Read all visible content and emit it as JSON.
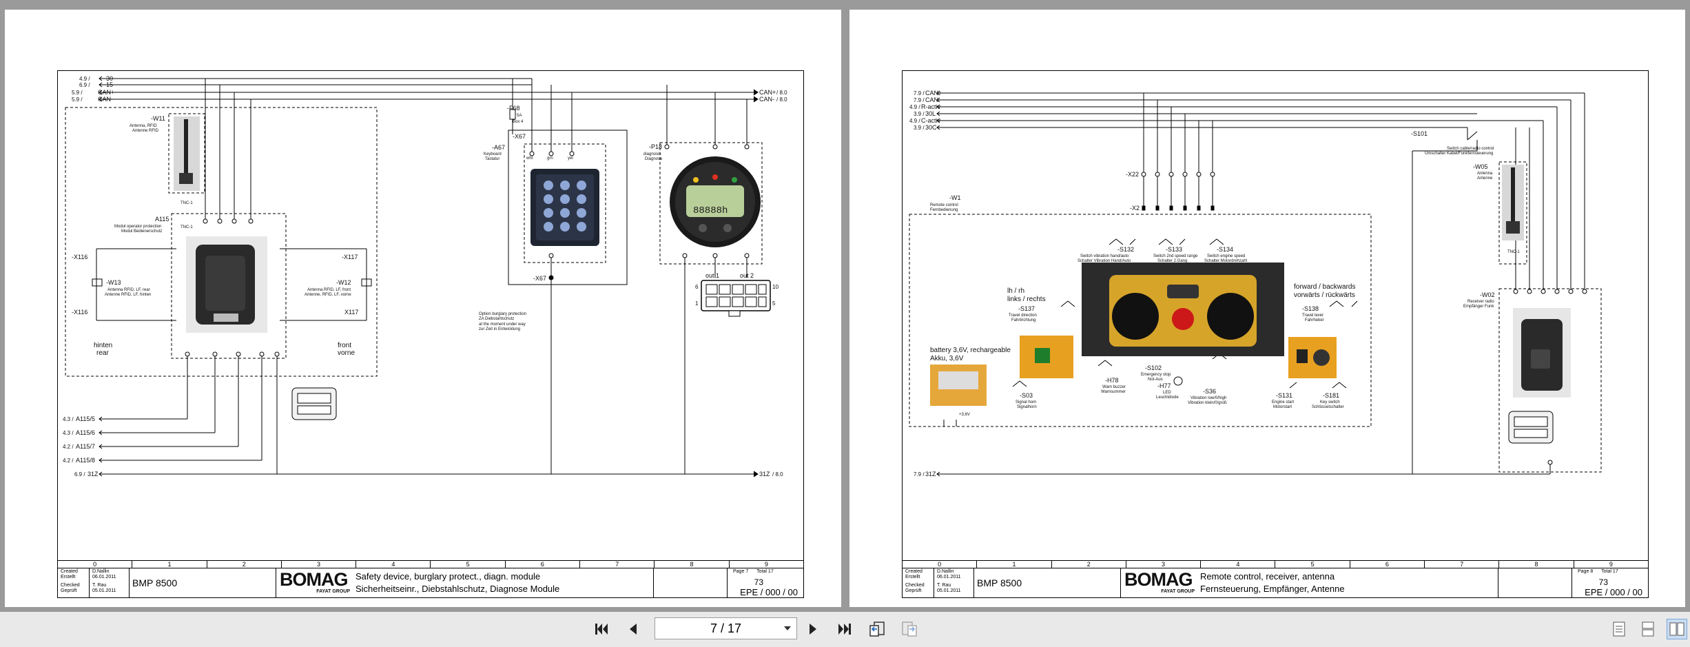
{
  "pages": [
    {
      "side": "left",
      "header_signals": [
        {
          "ref": "4.9 /",
          "name": "30"
        },
        {
          "ref": "6.9 /",
          "name": "15"
        },
        {
          "ref": "5.9 /",
          "name": "CAN+"
        },
        {
          "ref": "5.9 /",
          "name": "CAN-"
        }
      ],
      "right_signals": [
        {
          "name": "CAN+",
          "ref": "/ 8.0"
        },
        {
          "name": "CAN-",
          "ref": "/ 8.0"
        }
      ],
      "bottom_signals": [
        {
          "ref": "4.3 /",
          "name": "A115/5"
        },
        {
          "ref": "4.3 /",
          "name": "A115/6"
        },
        {
          "ref": "4.2 /",
          "name": "A115/7"
        },
        {
          "ref": "4.2 /",
          "name": "A115/8"
        },
        {
          "ref": "6.9 /",
          "name": "31Z"
        }
      ],
      "bottom_right_signal": {
        "name": "31Z",
        "ref": "/ 8.0"
      },
      "labels": {
        "w11": "-W11",
        "w11_desc1": "Antenna, RFID",
        "w11_desc2": "Antenne RFID",
        "a115": "A115",
        "a115_desc1": "Modul operator protection",
        "a115_desc2": "Modul Bedienerschutz",
        "x116_top": "-X116",
        "x116_bot": "-X116",
        "w13": "-W13",
        "w13_desc1": "Antenna RFID, LF, rear",
        "w13_desc2": "Antenne RFID, LF, hinten",
        "x117_top": "-X117",
        "x117_bot": "X117",
        "w12": "-W12",
        "w12_desc1": "Antenna RFID, LF, front",
        "w12_desc2": "Antenne, RFID, LF, vorne",
        "rear1": "hinten",
        "rear2": "rear",
        "front1": "front",
        "front2": "vorne",
        "f68": "-F68",
        "f68_desc1": "5A",
        "f68_desc2": "Box 4",
        "x67_top": "-X67",
        "a67": "-A67",
        "a67_desc1": "Keyboard",
        "a67_desc2": "Tastatur",
        "wht": "wht",
        "grn": "grn",
        "yel": "yel",
        "x67_bot": "-X67",
        "opt1": "Option burglary protection",
        "opt2": "ZA Diebstahlschutz",
        "opt3": "at the moment under way",
        "opt4": "zur Zeit in Entwicklung",
        "p18": "-P18",
        "p18_desc1": "diagnosis",
        "p18_desc2": "Diagnose",
        "lcd": "88888h",
        "out1": "out 1",
        "out2": "out 2",
        "pin6": "6",
        "pin1": "1",
        "pin10": "10",
        "pin5": "5",
        "tnc1": "TNC-1",
        "tnc2": "TNC-1"
      },
      "title_block": {
        "created_label": "Created",
        "created_label_de": "Erstellt",
        "created_name": "D.Nallin",
        "created_date": "06.01.2011",
        "checked_label": "Checked",
        "checked_label_de": "Geprüft",
        "checked_name": "T. Rau",
        "checked_date": "05.01.2011",
        "model": "BMP 8500",
        "brand": "BOMAG",
        "brand_sub": "FAYAT GROUP",
        "desc_en": "Safety device, burglary protect., diagn. module",
        "desc_de": "Sicherheitseinr., Diebstahlschutz, Diagnose Module",
        "page_label": "Page",
        "page_no": "7",
        "total_label": "Total",
        "total_no": "17",
        "doc_no": "73",
        "epe": "EPE / 000 / 00"
      },
      "grid_numbers": [
        "0",
        "1",
        "2",
        "3",
        "4",
        "5",
        "6",
        "7",
        "8",
        "9"
      ]
    },
    {
      "side": "right",
      "header_signals": [
        {
          "ref": "7.9 /",
          "name": "CAN+"
        },
        {
          "ref": "7.9 /",
          "name": "CAN-"
        },
        {
          "ref": "4.9 /",
          "name": "R-activ"
        },
        {
          "ref": "3.9 /",
          "name": "30L"
        },
        {
          "ref": "4.9 /",
          "name": "C-activ"
        },
        {
          "ref": "3.9 /",
          "name": "30C"
        }
      ],
      "bottom_signals": [
        {
          "ref": "7.9 /",
          "name": "31Z"
        }
      ],
      "labels": {
        "s101": "-S101",
        "s101_desc1": "Switch cable/radio control",
        "s101_desc2": "Umschalter Kabel/Funkfernsteuerung",
        "x22": "-X22",
        "x2": "-X2",
        "w1": "-W1",
        "w1_desc1": "Remote control",
        "w1_desc2": "Fernbedienung",
        "w05": "-W05",
        "w05_desc1": "Antenna",
        "w05_desc2": "Antenne",
        "tnc": "TNC-1",
        "w02": "-W02",
        "w02_desc1": "Receiver radio",
        "w02_desc2": "Empfänger Funk",
        "s132": "-S132",
        "s132_desc1": "Switch vibration hand/auto",
        "s132_desc2": "Schalter Vibration Hand/Auto",
        "s133": "-S133",
        "s133_desc1": "Switch 2nd speed range",
        "s133_desc2": "Schalter 2.Gang",
        "s134": "-S134",
        "s134_desc1": "Switch engine speed",
        "s134_desc2": "Schalter Motordrehzahl",
        "lhrh1": "lh / rh",
        "lhrh2": "links / rechts",
        "s137": "-S137",
        "s137_desc1": "Travel direction",
        "s137_desc2": "Fahrtrichtung",
        "fb1": "forward / backwards",
        "fb2": "vorwärts / rückwärts",
        "s138": "-S138",
        "s138_desc1": "Travel lever",
        "s138_desc2": "Fahrhebel",
        "bat1": "battery 3,6V, rechargeable",
        "bat2": "Akku, 3,6V",
        "s102": "-S102",
        "s102_desc1": "Emergency stop",
        "s102_desc2": "Not-Aus",
        "h78": "-H78",
        "h78_desc1": "Warn buzzer",
        "h78_desc2": "Warnsummer",
        "s03": "-S03",
        "s03_desc1": "Signal horn",
        "s03_desc2": "Signalhorn",
        "h77": "-H77",
        "h77_desc1": "LED",
        "h77_desc2": "Leuchtdiode",
        "s36": "-S36",
        "s36_desc1": "Vibration low/0/high",
        "s36_desc2": "Vibration klein/0/groß",
        "s131": "-S131",
        "s131_desc1": "Engine start",
        "s131_desc2": "Motorstart",
        "s181": "-S181",
        "s181_desc1": "Key switch",
        "s181_desc2": "Schlüsselschalter",
        "v36": "+3,6V"
      },
      "title_block": {
        "created_label": "Created",
        "created_label_de": "Erstellt",
        "created_name": "D.Nallin",
        "created_date": "06.01.2011",
        "checked_label": "Checked",
        "checked_label_de": "Geprüft",
        "checked_name": "T. Rau",
        "checked_date": "05.01.2011",
        "model": "BMP 8500",
        "brand": "BOMAG",
        "brand_sub": "FAYAT GROUP",
        "desc_en": "Remote control, receiver, antenna",
        "desc_de": "Fernsteuerung, Empfänger, Antenne",
        "page_label": "Page",
        "page_no": "8",
        "total_label": "Total",
        "total_no": "17",
        "doc_no": "73",
        "epe": "EPE / 000 / 00"
      },
      "grid_numbers": [
        "0",
        "1",
        "2",
        "3",
        "4",
        "5",
        "6",
        "7",
        "8",
        "9"
      ]
    }
  ],
  "toolbar": {
    "page_indicator": "7 / 17",
    "first_icon": "first-page-icon",
    "prev_icon": "previous-page-icon",
    "next_icon": "next-page-icon",
    "last_icon": "last-page-icon",
    "back_icon": "navigate-back-icon",
    "forward_icon": "navigate-forward-icon",
    "single_page_icon": "single-page-icon",
    "continuous_icon": "continuous-page-icon",
    "two_page_icon": "two-page-icon"
  },
  "colors": {
    "background": "#9a9a9a",
    "toolbar": "#e9e9e9",
    "page": "#ffffff",
    "lines": "#000000"
  }
}
